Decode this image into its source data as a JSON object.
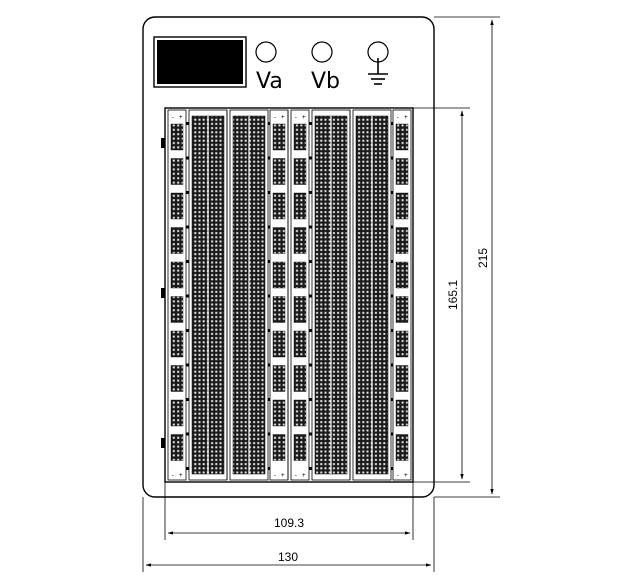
{
  "board": {
    "display": "display-window",
    "terminals": [
      {
        "label": "Va",
        "icon": "terminal-post-icon"
      },
      {
        "label": "Vb",
        "icon": "terminal-post-icon"
      },
      {
        "label": "",
        "icon": "ground-symbol-icon"
      }
    ],
    "power_rail_marks": {
      "minus": "-",
      "plus": "+"
    }
  },
  "dimensions": {
    "overall_width": "130",
    "breadboard_width": "109.3",
    "overall_height": "215",
    "breadboard_height": "165.1"
  },
  "colors": {
    "line": "#000000",
    "paper": "#ffffff"
  }
}
